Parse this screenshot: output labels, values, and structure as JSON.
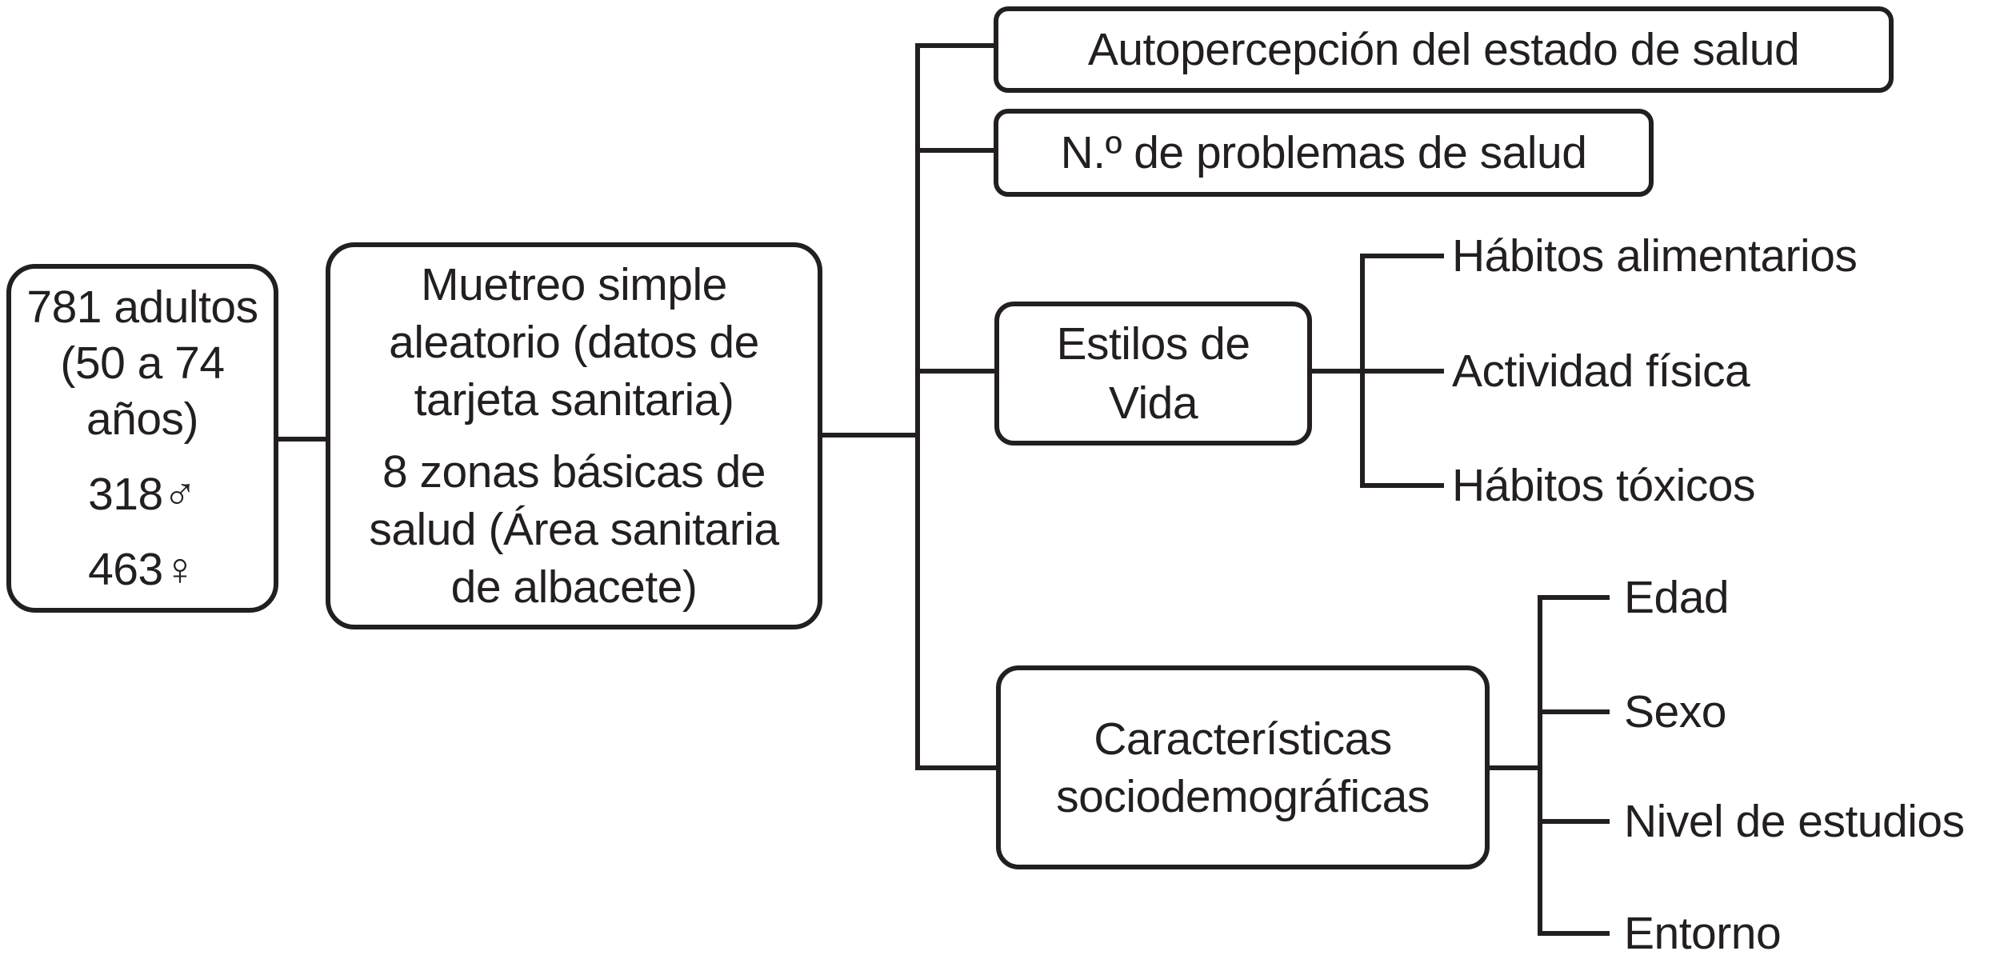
{
  "colors": {
    "ink": "#231f20",
    "background": "#ffffff"
  },
  "diagram": {
    "sample_box": {
      "lines": [
        "781 adultos",
        "(50 a 74",
        "años)"
      ],
      "male_count": "318♂",
      "female_count": "463♀"
    },
    "method_box": {
      "para1_lines": [
        "Muetreo simple",
        "aleatorio (datos de",
        "tarjeta sanitaria)"
      ],
      "para2_lines": [
        "8 zonas básicas de",
        "salud (Área sanitaria",
        "de albacete)"
      ]
    },
    "outcome_boxes": {
      "self_perception": "Autopercepción del estado de salud",
      "health_problems": "N.º de problemas de salud",
      "lifestyles_lines": [
        "Estilos de",
        "Vida"
      ],
      "sociodemographic_lines": [
        "Características",
        "sociodemográficas"
      ]
    },
    "lifestyle_children": [
      "Hábitos alimentarios",
      "Actividad física",
      "Hábitos tóxicos"
    ],
    "sociodemographic_children": [
      "Edad",
      "Sexo",
      "Nivel de estudios",
      "Entorno"
    ]
  }
}
